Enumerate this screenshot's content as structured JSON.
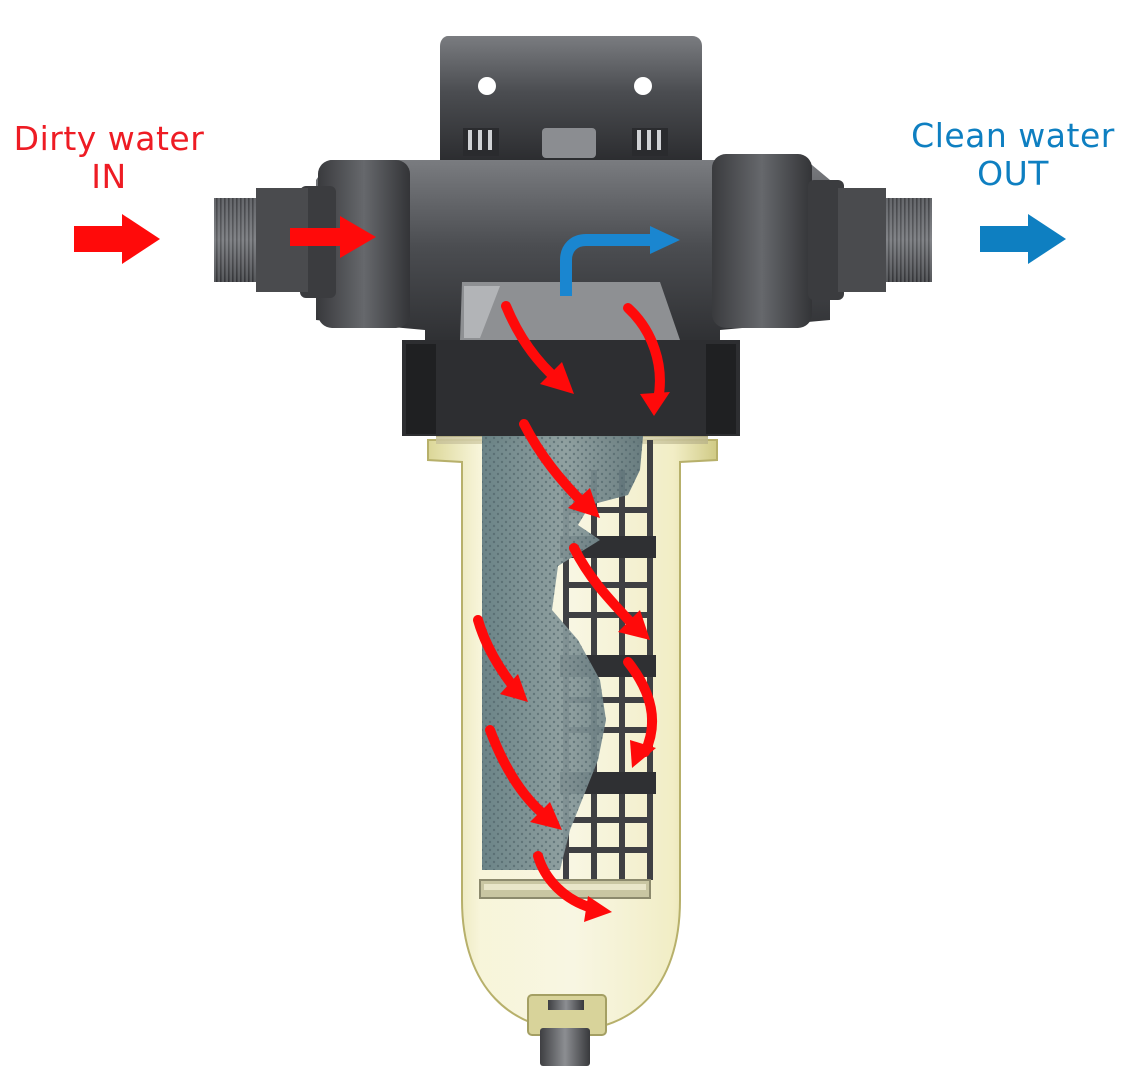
{
  "inlet": {
    "line1": "Dirty water",
    "line2": "IN",
    "color": "#ee1c24"
  },
  "outlet": {
    "line1": "Clean water",
    "line2": "OUT",
    "color": "#0e7fc1"
  },
  "colors": {
    "flow_arrow": "#ff0a0a",
    "clean_arrow": "#1a86d0",
    "head_body": "#4a4c50",
    "bowl": "#eae7b0",
    "mesh": "#6f8588"
  },
  "icons": {
    "inlet_arrow": "right-arrow-icon",
    "outlet_arrow": "right-arrow-icon"
  }
}
